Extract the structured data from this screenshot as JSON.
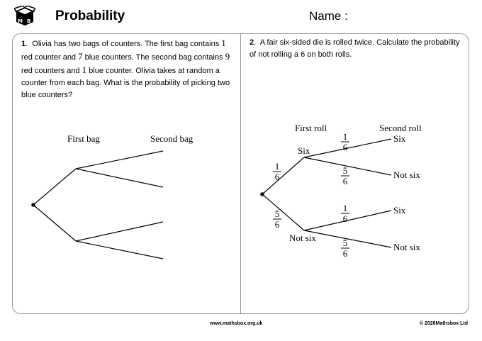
{
  "header": {
    "title": "Probability",
    "name_label": "Name :"
  },
  "question1": {
    "number": "1",
    "parts": [
      "Olivia has two bags of counters. The first bag contains ",
      "1",
      " red counter and ",
      "7",
      " blue counters. The second bag contains ",
      "9",
      " red counters and ",
      "1",
      " blue counter. Olivia takes at random a counter from each bag. What is the probability of picking two blue counters?"
    ],
    "tree": {
      "first_label": "First bag",
      "second_label": "Second bag"
    }
  },
  "question2": {
    "number": "2",
    "text": "A fair six-sided die is rolled twice. Calculate the probability of not rolling a 6 on both rolls.",
    "tree": {
      "first_label": "First roll",
      "second_label": "Second roll",
      "branch_six": "Six",
      "branch_not_six": "Not six",
      "p_six": {
        "num": "1",
        "den": "6"
      },
      "p_not_six": {
        "num": "5",
        "den": "6"
      },
      "outcomes": [
        "Six",
        "Not six",
        "Six",
        "Not six"
      ]
    }
  },
  "footer": {
    "website": "www.mathsbox.org.uk",
    "copyright": "© 2026Mathsbox Ltd"
  }
}
